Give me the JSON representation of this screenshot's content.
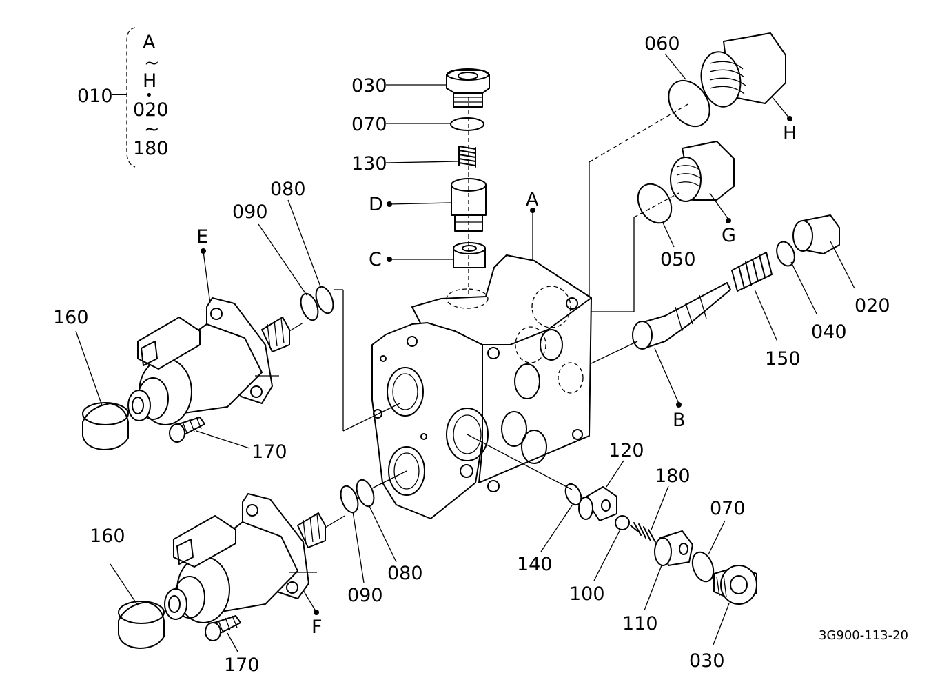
{
  "legend": {
    "assembly": "010",
    "range_top": [
      "A",
      "~",
      "H",
      "•",
      "020"
    ],
    "range_bottom": [
      "~",
      "180"
    ]
  },
  "labels": {
    "p030_top": "030",
    "p070_top": "070",
    "p130": "130",
    "pD": "D",
    "pC": "C",
    "pA": "A",
    "p060": "060",
    "pH": "H",
    "pG": "G",
    "p050": "050",
    "p020": "020",
    "p040": "040",
    "p150": "150",
    "pB": "B",
    "p080_top": "080",
    "p090_top": "090",
    "pE": "E",
    "p160_top": "160",
    "p170_top": "170",
    "p120": "120",
    "p180": "180",
    "p070_bot": "070",
    "p140": "140",
    "p100": "100",
    "p110": "110",
    "p030_bot": "030",
    "p160_bot": "160",
    "p090_bot": "090",
    "p080_bot": "080",
    "pF": "F",
    "p170_bot": "170"
  },
  "drawing_code": "3G900-113-20"
}
